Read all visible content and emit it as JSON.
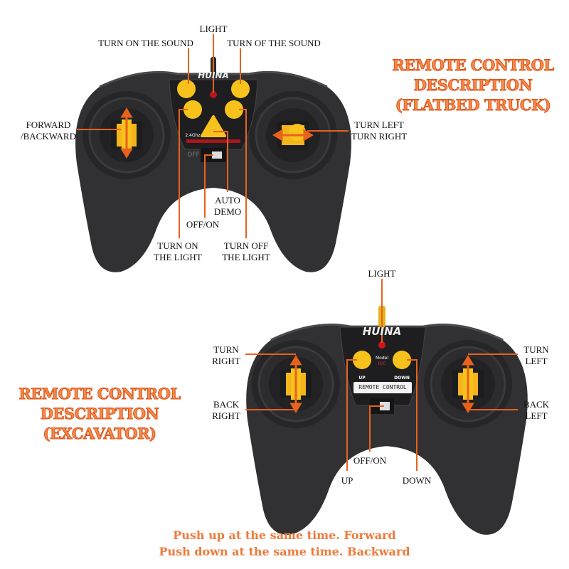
{
  "truck": {
    "title": [
      "REMOTE CONTROL",
      "DESCRIPTION",
      "(FLATBED TRUCK)"
    ],
    "brand": "HUINA",
    "labels": {
      "light": "LIGHT",
      "sound_on": "TURN ON THE SOUND",
      "sound_off": "TURN OF THE SOUND",
      "forward_backward": [
        "FORWARD",
        "/BACKWARD"
      ],
      "turn_left_right": [
        "TURN LEFT",
        "TURN RIGHT"
      ],
      "auto_demo": [
        "AUTO",
        "DEMO"
      ],
      "off_on": "OFF/ON",
      "light_on": [
        "TURN ON",
        "THE LIGHT"
      ],
      "light_off": [
        "TURN OFF",
        "THE LIGHT"
      ]
    },
    "freq": "2.4Ghz",
    "switch_label": "OFF"
  },
  "excavator": {
    "title": [
      "REMOTE CONTROL",
      "DESCRIPTION",
      "(EXCAVATOR)"
    ],
    "brand": "HUINA",
    "model": [
      "Model",
      "R/C"
    ],
    "up_btn": "UP",
    "down_btn": "DOWN",
    "panel_text": "REMOTE CONTROL",
    "labels": {
      "light": "LIGHT",
      "turn_right": [
        "TURN",
        "RIGHT"
      ],
      "back_right": [
        "BACK",
        "RIGHT"
      ],
      "turn_left": [
        "TURN",
        "LEFT"
      ],
      "back_left": [
        "BACK",
        "LEFT"
      ],
      "up": "UP",
      "off_on": "OFF/ON",
      "down": "DOWN"
    }
  },
  "footer": [
    "Push up at the same time. Forward",
    "Push down at the same time. Backward"
  ],
  "colors": {
    "accent": "#e8621e",
    "button": "#f7c21c",
    "body": "#2f2f31"
  }
}
